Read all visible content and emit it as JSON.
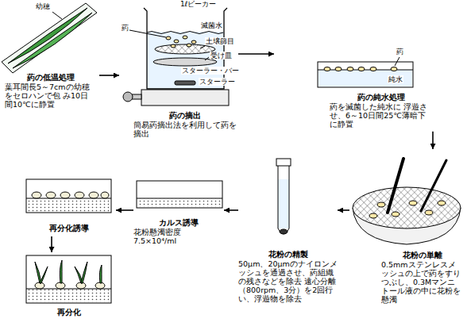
{
  "diagram": {
    "nodes": [
      {
        "text": [
          "葯の低温処理",
          "葉耳間長5～7cmの幼穂をセロハンで包 み10日間10℃に静置"
        ]
      },
      {
        "text": [
          "葯の摘出",
          "簡易葯摘出法を利用して葯を摘出"
        ]
      },
      {
        "text": [
          "葯の純水処理",
          "葯を滅菌した純水に 浮遊させ、6～10日間25℃薄暗下に静置"
        ]
      },
      {
        "text": [
          "花粉の単離",
          "0.5mmステンレスメッシュの上で葯をすりつぶし、0.3Mマンニトール液の中に花粉を懸濁"
        ]
      },
      {
        "text": [
          "花粉の精製",
          "50μm、20μmのナイロンメッシュを通過させ、葯組織の残さなどを除去 遠心分離（800rpm、3分）を2回行い、浮遊物を除去"
        ]
      },
      {
        "text": [
          "カルス誘導",
          "花粉懸濁密度 7.5×10⁴/ml"
        ]
      },
      {
        "text": [
          "再分化誘導"
        ]
      },
      {
        "text": [
          "再分化"
        ]
      }
    ],
    "edges": [
      {
        "from": 0,
        "to": 1,
        "arrow": "to"
      },
      {
        "from": 1,
        "to": 2,
        "arrow": "to"
      },
      {
        "from": 2,
        "to": 3,
        "arrow": "to"
      },
      {
        "from": 3,
        "to": 4,
        "arrow": "to"
      },
      {
        "from": 4,
        "to": 5,
        "arrow": "to"
      },
      {
        "from": 5,
        "to": 6,
        "arrow": "to"
      },
      {
        "from": 6,
        "to": 7,
        "arrow": "to"
      }
    ],
    "labels": [
      "幼穂",
      "1ℓビーカー",
      "葯",
      "滅菌水",
      "土壌篩目",
      "受け皿",
      "スターラー・バー",
      "スターラー",
      "葯",
      "純水"
    ]
  }
}
